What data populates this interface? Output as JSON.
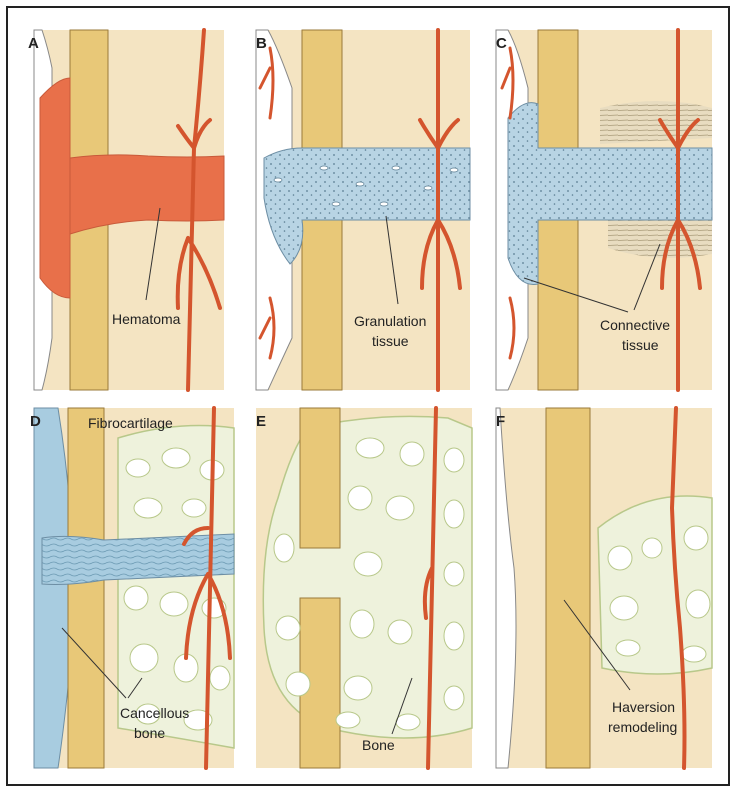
{
  "figure": {
    "panels": [
      {
        "letter": "A",
        "labels": [
          "Hematoma"
        ]
      },
      {
        "letter": "B",
        "labels": [
          "Granulation",
          "tissue"
        ]
      },
      {
        "letter": "C",
        "labels": [
          "Connective",
          "tissue"
        ]
      },
      {
        "letter": "D",
        "labels": [
          "Fibrocartilage",
          "Cancellous",
          "bone"
        ]
      },
      {
        "letter": "E",
        "labels": [
          "Bone"
        ]
      },
      {
        "letter": "F",
        "labels": [
          "Haversion",
          "remodeling"
        ]
      }
    ]
  },
  "colors": {
    "bone_cortex": "#e8c878",
    "marrow": "#f4e4c2",
    "hematoma": "#e8704a",
    "granulation": "#b8d4e4",
    "vessel": "#d4552e",
    "trabecula_fill": "#eef2dc",
    "trabecula_line": "#b8c88a"
  }
}
